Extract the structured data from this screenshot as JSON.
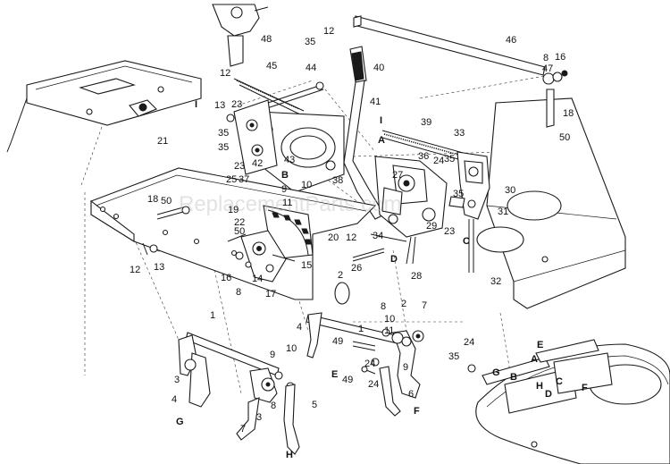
{
  "watermark": "ReplacementParts.com",
  "callouts": [
    {
      "text": "48"
    },
    {
      "text": "35"
    },
    {
      "text": "12"
    },
    {
      "text": "46"
    },
    {
      "text": "8"
    },
    {
      "text": "16"
    },
    {
      "text": "47"
    },
    {
      "text": "45"
    },
    {
      "text": "44"
    },
    {
      "text": "40"
    },
    {
      "text": "12"
    },
    {
      "text": "13"
    },
    {
      "text": "23"
    },
    {
      "text": "41"
    },
    {
      "text": "18"
    },
    {
      "text": "50"
    },
    {
      "text": "35"
    },
    {
      "text": "39"
    },
    {
      "text": "33"
    },
    {
      "text": "21"
    },
    {
      "text": "35"
    },
    {
      "text": "23"
    },
    {
      "text": "42"
    },
    {
      "text": "43"
    },
    {
      "text": "36"
    },
    {
      "text": "24"
    },
    {
      "text": "35"
    },
    {
      "text": "25"
    },
    {
      "text": "37"
    },
    {
      "text": "38"
    },
    {
      "text": "27"
    },
    {
      "text": "10"
    },
    {
      "text": "9"
    },
    {
      "text": "30"
    },
    {
      "text": "18"
    },
    {
      "text": "50"
    },
    {
      "text": "11"
    },
    {
      "text": "35"
    },
    {
      "text": "19"
    },
    {
      "text": "22"
    },
    {
      "text": "31"
    },
    {
      "text": "50"
    },
    {
      "text": "20"
    },
    {
      "text": "12"
    },
    {
      "text": "34"
    },
    {
      "text": "29"
    },
    {
      "text": "23"
    },
    {
      "text": "12"
    },
    {
      "text": "13"
    },
    {
      "text": "16"
    },
    {
      "text": "14"
    },
    {
      "text": "15"
    },
    {
      "text": "26"
    },
    {
      "text": "28"
    },
    {
      "text": "8"
    },
    {
      "text": "17"
    },
    {
      "text": "32"
    },
    {
      "text": "2"
    },
    {
      "text": "1"
    },
    {
      "text": "4"
    },
    {
      "text": "1"
    },
    {
      "text": "8"
    },
    {
      "text": "2"
    },
    {
      "text": "7"
    },
    {
      "text": "10"
    },
    {
      "text": "49"
    },
    {
      "text": "11"
    },
    {
      "text": "10"
    },
    {
      "text": "9"
    },
    {
      "text": "3"
    },
    {
      "text": "9"
    },
    {
      "text": "24"
    },
    {
      "text": "4"
    },
    {
      "text": "8"
    },
    {
      "text": "5"
    },
    {
      "text": "7"
    },
    {
      "text": "3"
    },
    {
      "text": "49"
    },
    {
      "text": "24"
    },
    {
      "text": "6"
    },
    {
      "text": "24"
    },
    {
      "text": "35"
    }
  ],
  "reference_letters": [
    {
      "text": "I"
    },
    {
      "text": "I"
    },
    {
      "text": "A"
    },
    {
      "text": "B"
    },
    {
      "text": "C"
    },
    {
      "text": "D"
    },
    {
      "text": "E"
    },
    {
      "text": "G"
    },
    {
      "text": "H"
    },
    {
      "text": "F"
    },
    {
      "text": "E"
    },
    {
      "text": "A"
    },
    {
      "text": "G"
    },
    {
      "text": "B"
    },
    {
      "text": "C"
    },
    {
      "text": "H"
    },
    {
      "text": "D"
    },
    {
      "text": "F"
    }
  ]
}
